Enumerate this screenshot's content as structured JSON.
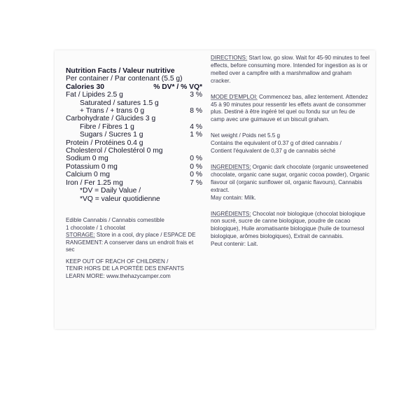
{
  "nutrition": {
    "title": "Nutrition Facts / Valeur nutritive",
    "per_container": "Per container / Par contenant (5.5 g)",
    "calories_label": "Calories 30",
    "dv_header": "% DV* / % VQ*",
    "rows": [
      {
        "name": "Fat / Lipides 2.5 g",
        "pct": "3 %"
      },
      {
        "name": "Saturated / satures 1.5 g",
        "pct": ""
      },
      {
        "name": "+ Trans / + trans 0 g",
        "pct": "8 %"
      },
      {
        "name": "Carbohydrate / Glucides 3 g",
        "pct": ""
      },
      {
        "name": "Fibre / Fibres 1 g",
        "pct": "4 %"
      },
      {
        "name": "Sugars / Sucres 1 g",
        "pct": "1 %"
      },
      {
        "name": "Protein / Protéines 0.4 g",
        "pct": ""
      },
      {
        "name": "Cholesterol / Cholestérol 0 mg",
        "pct": ""
      },
      {
        "name": "Sodium 0 mg",
        "pct": "0 %"
      },
      {
        "name": "Potassium 0 mg",
        "pct": "0 %"
      },
      {
        "name": "Calcium 0 mg",
        "pct": "0 %"
      },
      {
        "name": "Iron / Fer 1.25 mg",
        "pct": "7 %"
      }
    ],
    "footnote_dv": "*DV = Daily Value /",
    "footnote_vq": "*VQ = valeur quotidienne"
  },
  "left_lower": {
    "edible": "Edible Cannabis / Cannabis comestible",
    "qty": "1 chocolate / 1 chocolat",
    "storage_label": "STORAGE:",
    "storage_text": " Store in a cool, dry place / ESPACE DE RANGEMENT: A conserver dans un endroit frais et sec",
    "keep_out": "KEEP OUT OF REACH OF CHILDREN /",
    "tenir": "TENIR HORS DE LA PORTÉE DES ENFANTS",
    "learn": "LEARN MORE: www.thehazycamper.com"
  },
  "right": {
    "directions_label": "DIRECTIONS:",
    "directions_text": " Start low, go slow. Wait for 45-90 minutes to feel effects, before consuming more. Intended for ingestion as is or melted over a campfire with a marshmallow and graham cracker.",
    "mode_label": "MODE D'EMPLOI:",
    "mode_text": " Commencez bas, allez lentement. Attendez 45 à 90 minutes pour ressentir les effets avant de consommer plus. Destiné à être ingéré tel quel ou fondu sur un feu de camp avec une guimauve et un biscuit graham.",
    "net_weight": "Net weight / Poids net 5.5 g",
    "contains_en": "Contains the equivalent of 0.37 g of dried cannabis /",
    "contains_fr": "Contient l'équivalent de 0,37 g de cannabis séché",
    "ingredients_label": "INGREDIENTS:",
    "ingredients_text": " Organic dark chocolate (organic unsweetened chocolate, organic cane sugar, organic cocoa powder), Organic flavour oil (organic sunflower oil, organic flavours), Cannabis extract.",
    "may_contain": "May contain: Milk.",
    "ingredients_fr_label": "INGRÉDIENTS:",
    "ingredients_fr_text": " Chocolat noir biologique (chocolat biologique non sucré, sucre de canne biologique, poudre de cacao biologique), Huile aromatisante biologique (huile de tournesol biologique, arômes biologiques), Extrait de cannabis.",
    "peut_contenir": "Peut contenir: Lait."
  }
}
